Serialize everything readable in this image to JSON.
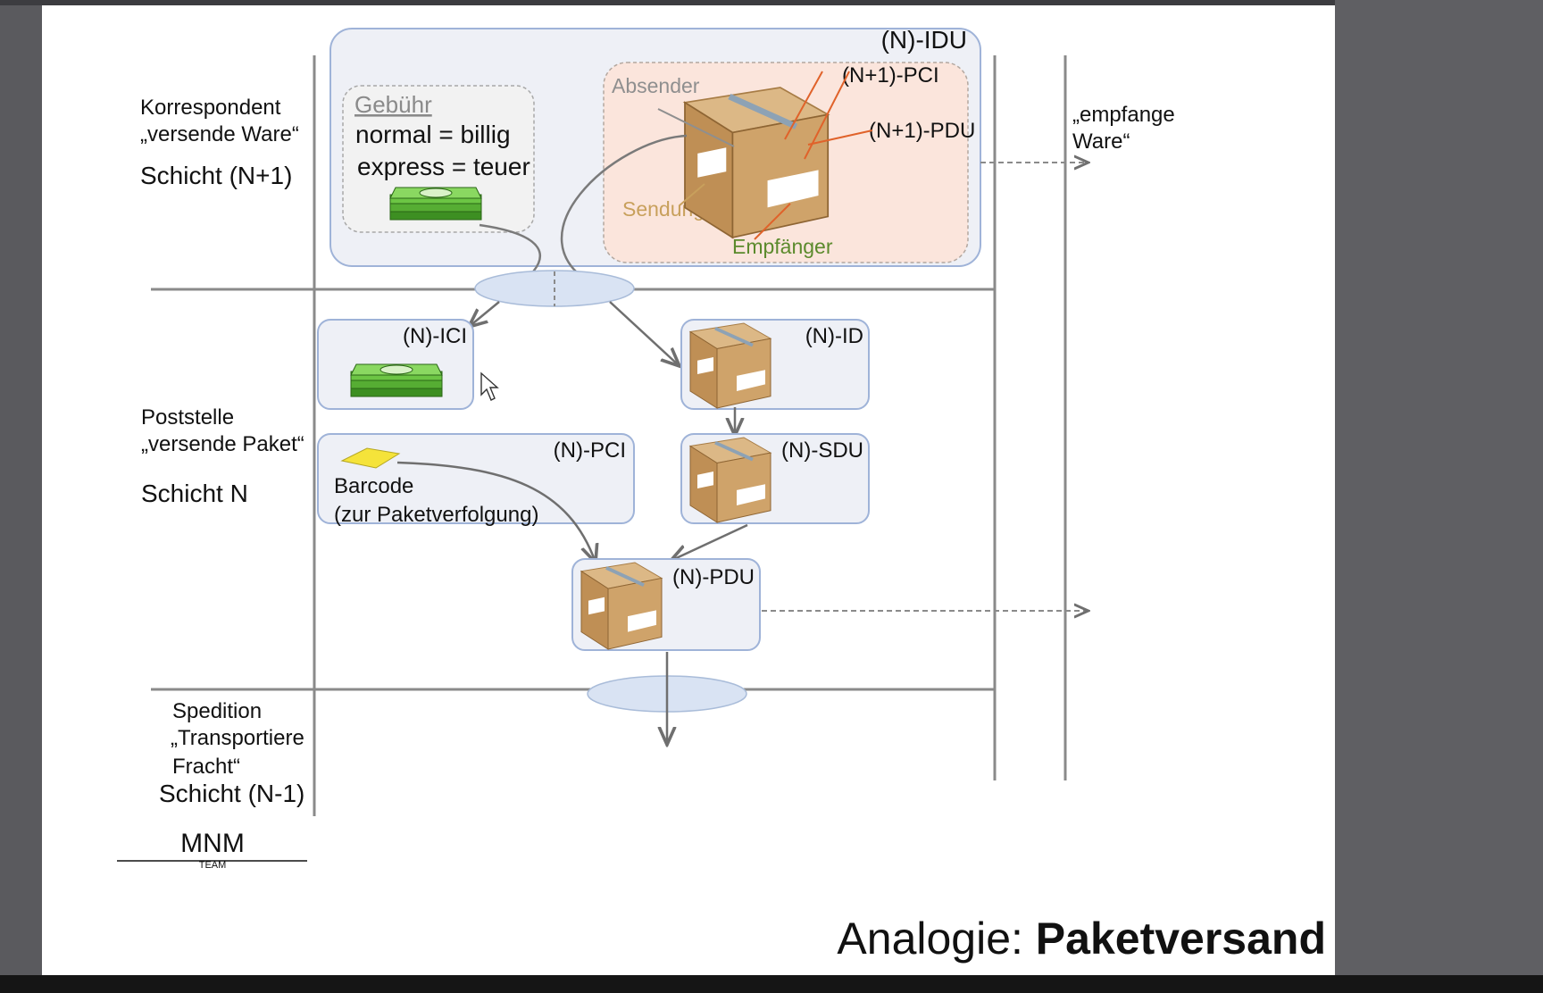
{
  "layers": {
    "upper": {
      "role": "Korrespondent",
      "action": "„versende Ware“",
      "layer": "Schicht (N+1)",
      "peer_action_line1": "„empfange",
      "peer_action_line2": "Ware“"
    },
    "middle": {
      "role": "Poststelle",
      "action": "„versende Paket“",
      "layer": "Schicht N"
    },
    "lower": {
      "role": "Spedition",
      "action_line1": "„Transportiere",
      "action_line2": "Fracht“",
      "layer": "Schicht (N-1)"
    }
  },
  "idu_box": {
    "label": "(N)-IDU",
    "fee": {
      "title": "Gebühr",
      "line1": "normal = billig",
      "line2": "express = teuer"
    },
    "package": {
      "sender": "Absender",
      "shipment": "Sendung",
      "recipient": "Empfänger",
      "pci": "(N+1)-PCI",
      "pdu": "(N+1)-PDU"
    }
  },
  "boxes": {
    "ici": "(N)-ICI",
    "id": "(N)-ID",
    "pci": "(N)-PCI",
    "barcode_line1": "Barcode",
    "barcode_line2": "(zur Paketverfolgung)",
    "sdu": "(N)-SDU",
    "pdu": "(N)-PDU"
  },
  "logo": {
    "main": "MNM",
    "sub": "TEAM"
  },
  "title": {
    "prefix": "Analogie: ",
    "bold": "Paketversand"
  },
  "colors": {
    "box_fill": "#eef0f6",
    "box_stroke": "#9fb3d8",
    "package_area": "#fbe5dc",
    "sender_color": "#8f8f8f",
    "shipment_color": "#c8a05c",
    "recipient_color": "#5b8a2c",
    "pointer_orange": "#e0622a",
    "sap_ellipse": "#d9e3f3"
  }
}
